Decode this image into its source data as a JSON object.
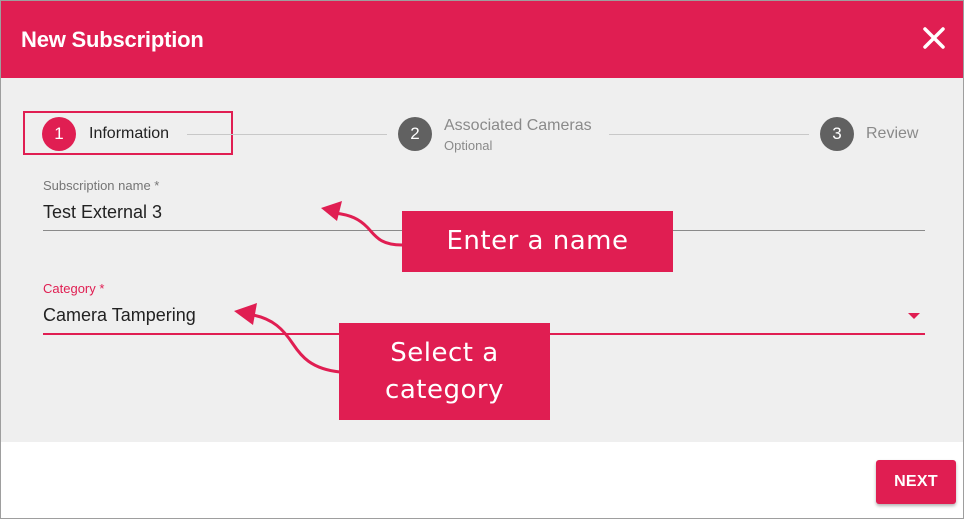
{
  "dialog": {
    "title": "New Subscription",
    "close_icon": "close-icon"
  },
  "stepper": {
    "steps": [
      {
        "number": "1",
        "label": "Information",
        "sublabel": "",
        "state": "active"
      },
      {
        "number": "2",
        "label": "Associated Cameras",
        "sublabel": "Optional",
        "state": "inactive"
      },
      {
        "number": "3",
        "label": "Review",
        "sublabel": "",
        "state": "inactive"
      }
    ]
  },
  "form": {
    "subscription_name": {
      "label": "Subscription name *",
      "value": "Test External 3"
    },
    "category": {
      "label": "Category *",
      "value": "Camera Tampering",
      "icon": "dropdown-arrow-icon"
    }
  },
  "callouts": {
    "name": "Enter a name",
    "category_line1": "Select a",
    "category_line2": "category"
  },
  "footer": {
    "next_label": "NEXT"
  },
  "colors": {
    "accent": "#e01e52",
    "panel_bg": "#efefef",
    "inactive_step": "#616161"
  }
}
